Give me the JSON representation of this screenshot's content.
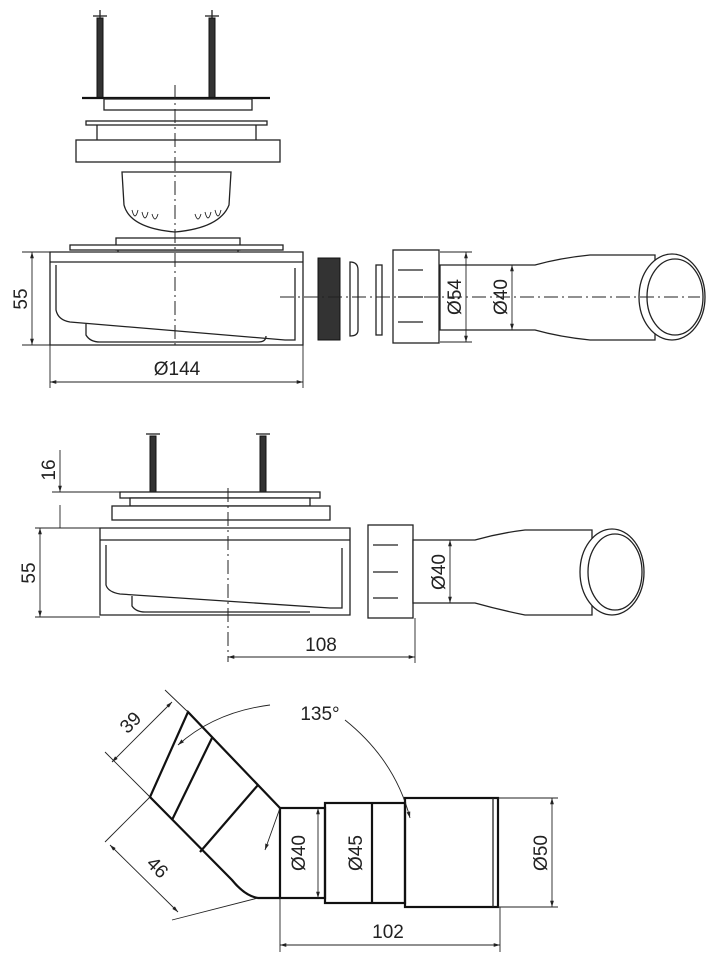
{
  "views": {
    "exploded": {
      "diameter_body": "Ø144",
      "height": "55",
      "diameter_nut": "Ø54",
      "diameter_pipe": "Ø40"
    },
    "assembled": {
      "flange_height": "16",
      "height": "55",
      "offset": "108",
      "diameter_pipe": "Ø40"
    },
    "elbow": {
      "angle": "135°",
      "length_a": "39",
      "length_b": "46",
      "diameter_small": "Ø40",
      "diameter_mid": "Ø45",
      "diameter_large": "Ø50",
      "length": "102"
    }
  }
}
